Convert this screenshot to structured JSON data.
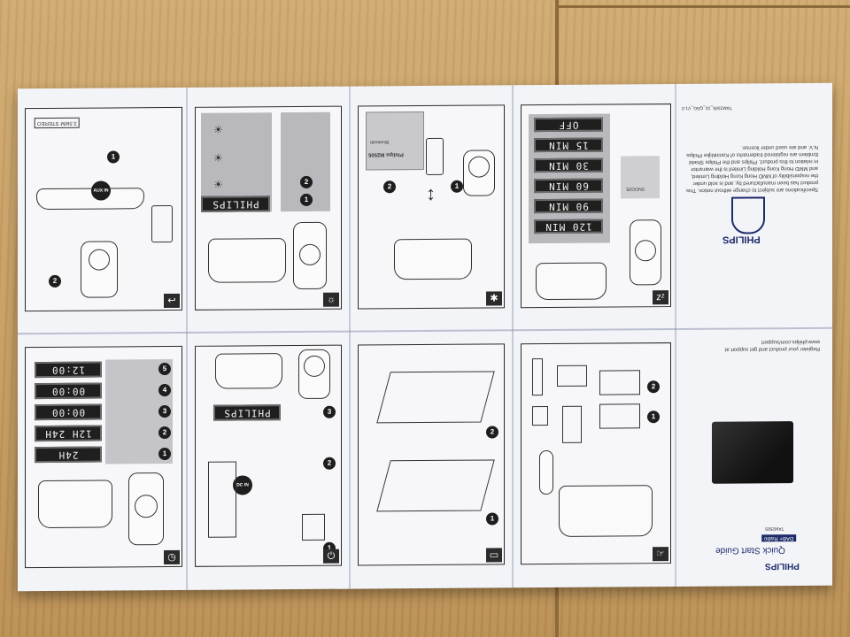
{
  "texts": {
    "brand_cover": "PHILIPS",
    "brand_back": "PHILIPS",
    "guide_title": "Quick Start Guide",
    "product_line": "DAB+ Radio",
    "model": "TAM2505",
    "support_note": "Register your product and get support at www.philips.com/support",
    "spec_note": "Specifications are subject to change without notice. This product has been manufactured by, and is sold under the responsibility of MMD Hong Kong Holding Limited, and MMD Hong Kong Holding Limited is the warrantor in relation to this product. Philips and the Philips Shield Emblem are registered trademarks of Koninklijke Philips N.V. and are used under license.",
    "doc_code": "TAM2505_10_QSG_V1.0",
    "device_display": "PHILIPS",
    "bt_name": "Philips M2505",
    "bt_label": "Bluetooth",
    "stereo_label": "3.5MM STEREO",
    "aux_in": "AUX IN",
    "dc_in": "DC IN",
    "snooze_label": "SNOOZE",
    "sleep_times": [
      "OFF",
      "15 MIN",
      "30 MIN",
      "60 MIN",
      "90 MIN",
      "120 MIN"
    ],
    "clock_steps": [
      "24H",
      "12H  24H",
      "00:00",
      "00:00",
      "12:00"
    ]
  },
  "colors": {
    "paper": "#f3f4f8",
    "ink": "#2a2a2a",
    "display_bg": "#1f1f1f",
    "brand_blue": "#1d2b6a",
    "table": "#c9a46c"
  }
}
